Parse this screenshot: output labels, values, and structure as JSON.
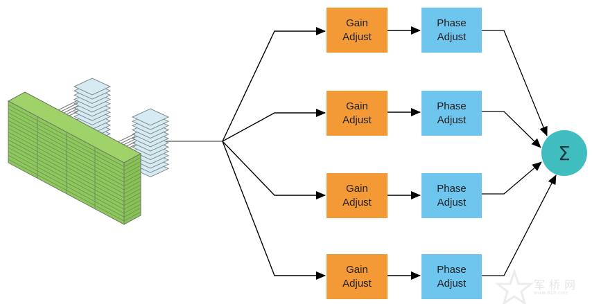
{
  "diagram": {
    "source": {
      "icon": "antenna-array-server-rack-icon"
    },
    "branches": [
      {
        "gain_label_1": "Gain",
        "gain_label_2": "Adjust",
        "phase_label_1": "Phase",
        "phase_label_2": "Adjust"
      },
      {
        "gain_label_1": "Gain",
        "gain_label_2": "Adjust",
        "phase_label_1": "Phase",
        "phase_label_2": "Adjust"
      },
      {
        "gain_label_1": "Gain",
        "gain_label_2": "Adjust",
        "phase_label_1": "Phase",
        "phase_label_2": "Adjust"
      },
      {
        "gain_label_1": "Gain",
        "gain_label_2": "Adjust",
        "phase_label_1": "Phase",
        "phase_label_2": "Adjust"
      }
    ],
    "sum": {
      "symbol": "Σ"
    },
    "colors": {
      "gain": "#F39A36",
      "phase": "#6EC6EE",
      "sum": "#3FBDBF",
      "rack_green": "#8DC85A",
      "panel_blue": "#D6EAF2",
      "line": "#000000"
    },
    "watermark": {
      "text": "军桥网",
      "url_text": "www.81lt.com"
    }
  }
}
